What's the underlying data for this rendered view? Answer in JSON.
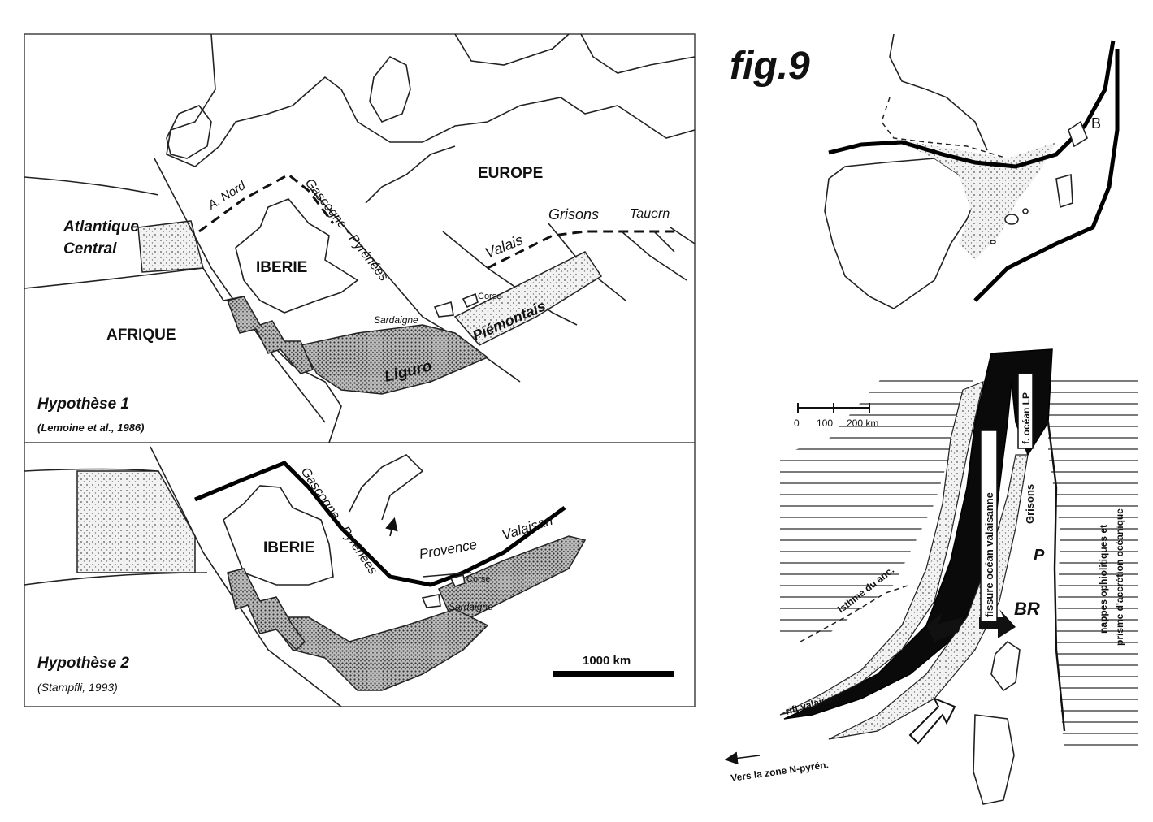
{
  "figure_label": "fig.9",
  "panel_h1": {
    "label_europe": "EUROPE",
    "label_afrique": "AFRIQUE",
    "label_iberie": "IBERIE",
    "label_atlantique_1": "Atlantique",
    "label_atlantique_2": "Central",
    "label_anord": "A. Nord",
    "label_gascogne": "Gascogne - Pyrénées",
    "label_valais": "Valais",
    "label_grisons": "Grisons",
    "label_tauern": "Tauern",
    "label_corse": "Corse",
    "label_sardaigne": "Sardaigne",
    "label_piemontais": "Piémontais",
    "label_liguro": "Liguro",
    "hypothesis_title": "Hypothèse 1",
    "hypothesis_ref": "(Lemoine et al., 1986)"
  },
  "panel_h2": {
    "label_iberie": "IBERIE",
    "label_gascogne": "Gascogne - Pyrénées",
    "label_provence": "Provence",
    "label_valaisan": "Valaisan",
    "label_corse": "Corse",
    "label_sardaigne": "Sardaigne",
    "hypothesis_title": "Hypothèse 2",
    "hypothesis_ref": "(Stampfli, 1993)",
    "scale_label": "1000 km"
  },
  "panel_top_right": {
    "label_b": "B"
  },
  "panel_bottom_right": {
    "scale_ticks": [
      "0",
      "100",
      "200 km"
    ],
    "label_fissure": "fissure océan valaisanne",
    "label_ocean_lp": "f. océan LP",
    "label_grisons": "Grisons",
    "label_nappes_1": "nappes ophiolitiques et",
    "label_nappes_2": "prisme d'accrétion océanique",
    "label_isthme": "isthme du anc.",
    "label_br": "BR",
    "label_p": "P",
    "label_rift": "rift valaisan",
    "label_vers": "Vers la zone N-pyrén."
  },
  "colors": {
    "ink": "#111111",
    "paper": "#ffffff",
    "stipple": "#555555"
  }
}
